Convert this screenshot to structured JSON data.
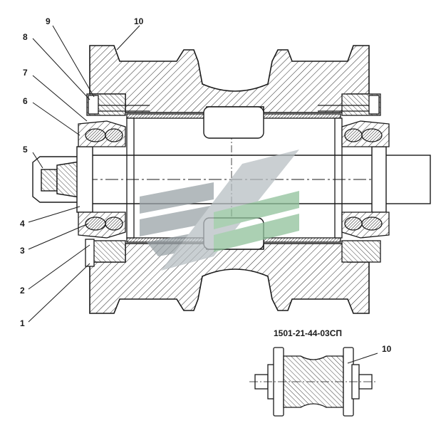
{
  "figure": {
    "part_number": "1501-21-44-03СП",
    "callouts": [
      {
        "id": "c1",
        "label": "1"
      },
      {
        "id": "c2",
        "label": "2"
      },
      {
        "id": "c3",
        "label": "3"
      },
      {
        "id": "c4",
        "label": "4"
      },
      {
        "id": "c5",
        "label": "5"
      },
      {
        "id": "c6",
        "label": "6"
      },
      {
        "id": "c7",
        "label": "7"
      },
      {
        "id": "c8",
        "label": "8"
      },
      {
        "id": "c9",
        "label": "9"
      },
      {
        "id": "c10",
        "label": "10"
      }
    ],
    "inset_callout": "10"
  },
  "colors": {
    "ink": "#1a1a1a",
    "watermark_gray": "#9aa3a8",
    "watermark_green": "#8fc19a",
    "hatch": "#2a2a2a"
  }
}
